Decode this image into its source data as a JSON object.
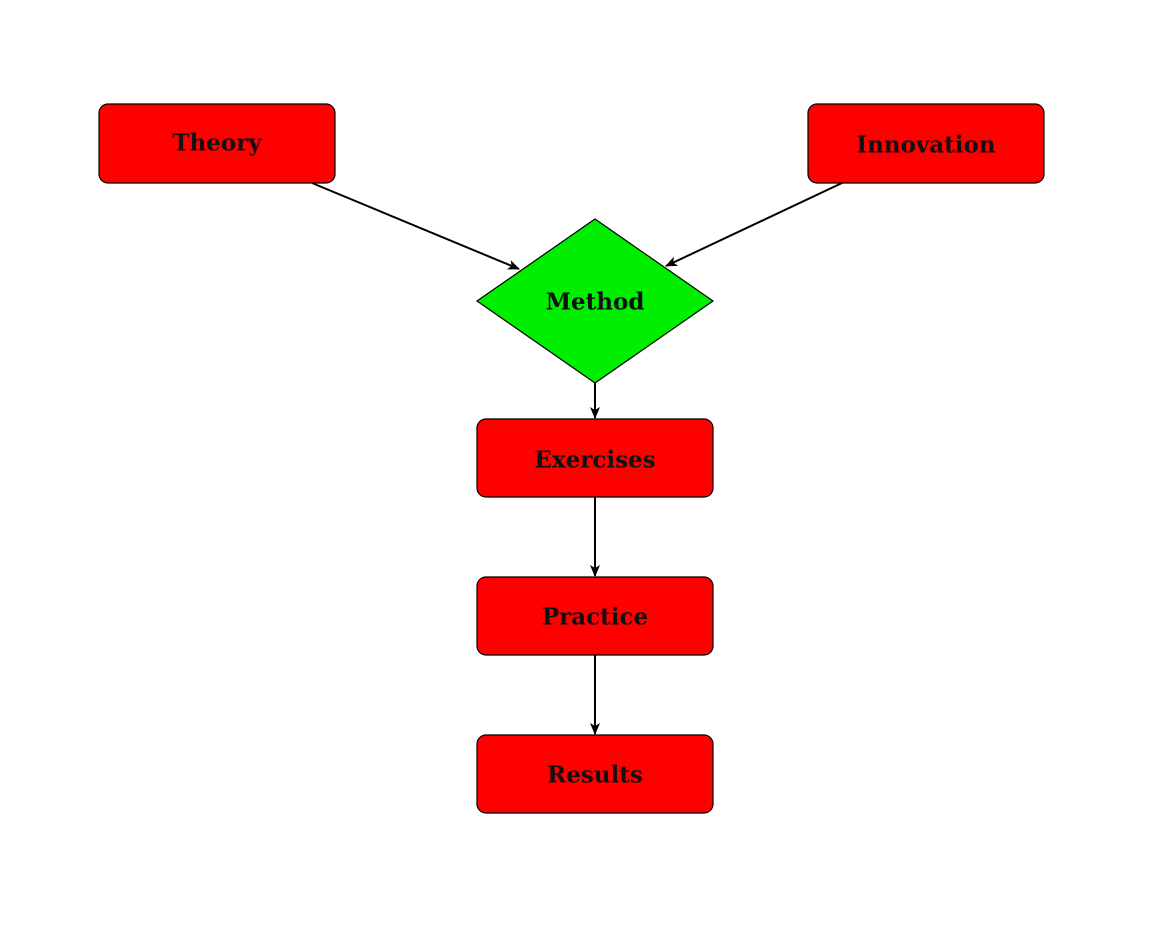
{
  "colors": {
    "process_fill": "#ff0000",
    "decision_fill": "#00ee00",
    "stroke": "#000000",
    "text": "#111111"
  },
  "nodes": {
    "theory": {
      "label": "Theory",
      "shape": "rounded-rect"
    },
    "innovation": {
      "label": "Innovation",
      "shape": "rounded-rect"
    },
    "method": {
      "label": "Method",
      "shape": "diamond"
    },
    "exercises": {
      "label": "Exercises",
      "shape": "rounded-rect"
    },
    "practice": {
      "label": "Practice",
      "shape": "rounded-rect"
    },
    "results": {
      "label": "Results",
      "shape": "rounded-rect"
    }
  },
  "edges": [
    {
      "from": "theory",
      "to": "method"
    },
    {
      "from": "innovation",
      "to": "method"
    },
    {
      "from": "method",
      "to": "exercises"
    },
    {
      "from": "exercises",
      "to": "practice"
    },
    {
      "from": "practice",
      "to": "results"
    }
  ]
}
